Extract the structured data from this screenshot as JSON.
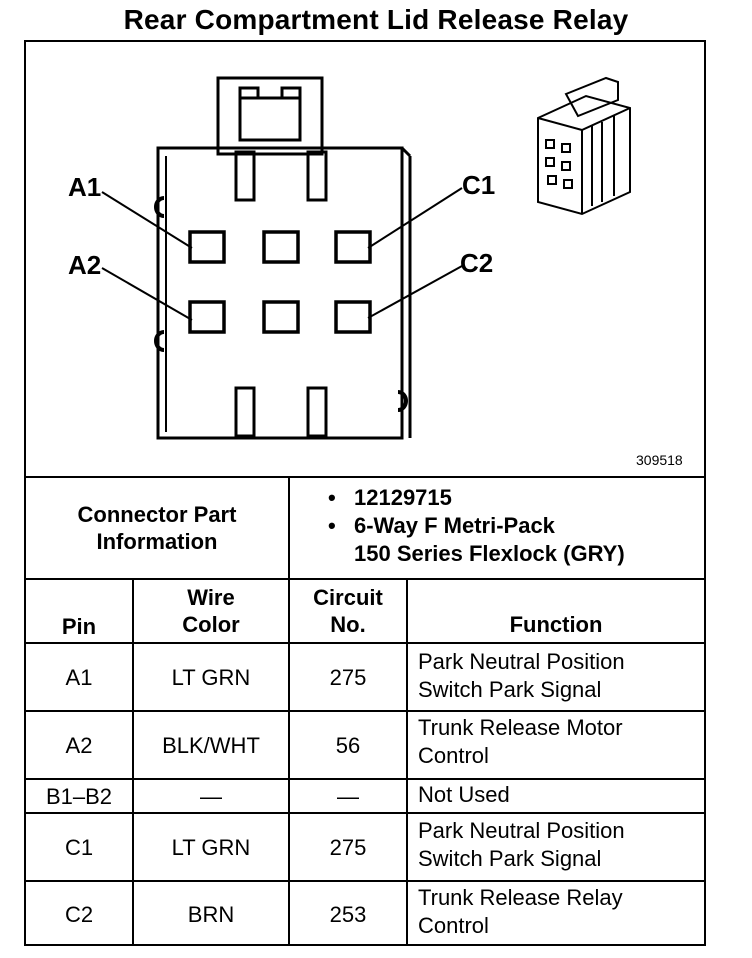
{
  "title": "Rear Compartment Lid Release Relay",
  "diagram": {
    "figure_id": "309518",
    "pin_labels": [
      "A1",
      "A2",
      "C1",
      "C2"
    ]
  },
  "connector_info": {
    "label": "Connector Part Information",
    "label_line1": "Connector Part",
    "label_line2": "Information",
    "part_number": "12129715",
    "description_line1": "6-Way F Metri-Pack",
    "description_line2": "150 Series Flexlock (GRY)"
  },
  "table": {
    "headers": {
      "pin": "Pin",
      "wire_color_line1": "Wire",
      "wire_color_line2": "Color",
      "circuit_line1": "Circuit",
      "circuit_line2": "No.",
      "function": "Function"
    },
    "rows": [
      {
        "pin": "A1",
        "wire_color": "LT GRN",
        "circuit": "275",
        "function_line1": "Park Neutral Position",
        "function_line2": "Switch Park Signal"
      },
      {
        "pin": "A2",
        "wire_color": "BLK/WHT",
        "circuit": "56",
        "function_line1": "Trunk Release Motor",
        "function_line2": "Control"
      },
      {
        "pin": "B1–B2",
        "wire_color": "—",
        "circuit": "—",
        "function_line1": "Not Used",
        "function_line2": ""
      },
      {
        "pin": "C1",
        "wire_color": "LT GRN",
        "circuit": "275",
        "function_line1": "Park Neutral Position",
        "function_line2": "Switch Park Signal"
      },
      {
        "pin": "C2",
        "wire_color": "BRN",
        "circuit": "253",
        "function_line1": "Trunk Release Relay",
        "function_line2": "Control"
      }
    ]
  }
}
